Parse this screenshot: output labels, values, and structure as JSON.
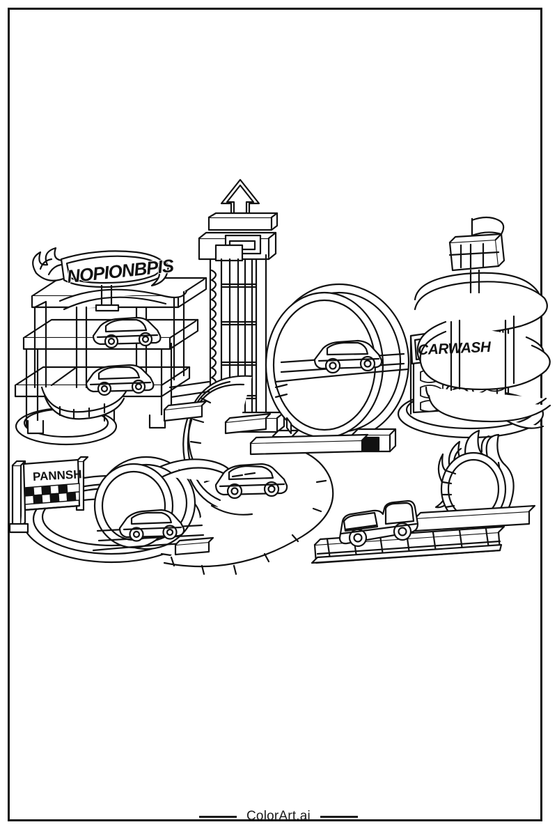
{
  "page": {
    "title": "Hot Wheels Race Track Playset Coloring Page",
    "background_color": "#ffffff",
    "ink_color": "#111111",
    "border_color": "#111111"
  },
  "watermark": {
    "text": "ColorArt.ai",
    "left_rule": "—",
    "right_rule": "—",
    "color": "#1b1b1b"
  },
  "signs": {
    "garage_banner": "NOPIONBPIS",
    "carwash": "CARWASH",
    "finish_banner": "PANNSH."
  },
  "scene": {
    "description": "Black and white line-art coloring page of a toy race track playset",
    "elements": [
      {
        "name": "parking-garage",
        "label": "Two level parking garage with flame banner"
      },
      {
        "name": "garage-flame-banner",
        "label": "Flame shaped banner sign"
      },
      {
        "name": "garage-car-upper",
        "label": "Sports car on upper deck"
      },
      {
        "name": "garage-car-lower",
        "label": "Sports car on lower deck"
      },
      {
        "name": "launcher-tower",
        "label": "Tall launcher tower with arrow top"
      },
      {
        "name": "tower-arrow",
        "label": "Arrow pointing up"
      },
      {
        "name": "big-loop",
        "label": "Large vertical loop-the-loop"
      },
      {
        "name": "loop-car",
        "label": "Sports car inside the big loop"
      },
      {
        "name": "curved-ramp",
        "label": "Large curved descending ramp"
      },
      {
        "name": "carwash-building",
        "label": "Car wash building with stone walls and arch tunnel"
      },
      {
        "name": "spiral-ramp",
        "label": "Spiral helix ramp above the car wash"
      },
      {
        "name": "spiral-flag",
        "label": "Flag on top of spiral tower"
      },
      {
        "name": "finish-banner",
        "label": "Checkered finish line banner"
      },
      {
        "name": "small-loop-left",
        "label": "Small loop with car at bottom left"
      },
      {
        "name": "small-loop-car",
        "label": "Sports car passing through small loop"
      },
      {
        "name": "track-car-center",
        "label": "Sports car on the center track"
      },
      {
        "name": "flame-ring",
        "label": "Ring of fire stunt hoop"
      },
      {
        "name": "pickup-truck",
        "label": "Pickup truck on straight track"
      },
      {
        "name": "oval-track",
        "label": "Oval track base at the bottom left"
      }
    ]
  }
}
